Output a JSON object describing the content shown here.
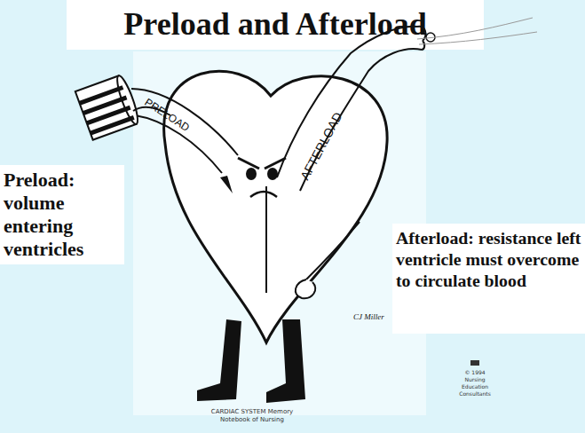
{
  "diagram": {
    "title": "Preload and Afterload",
    "caption": "CARDIAC SYSTEM Memory Notebook of Nursing",
    "labels": [
      "PRELOAD",
      "AFTERLOAD",
      "Preload: volume entering ventricles",
      "Afterload: resistance left ventricle must overcome to circulate blood",
      "CJ Miller",
      "© 1994 Nursing Education Consultants"
    ]
  }
}
